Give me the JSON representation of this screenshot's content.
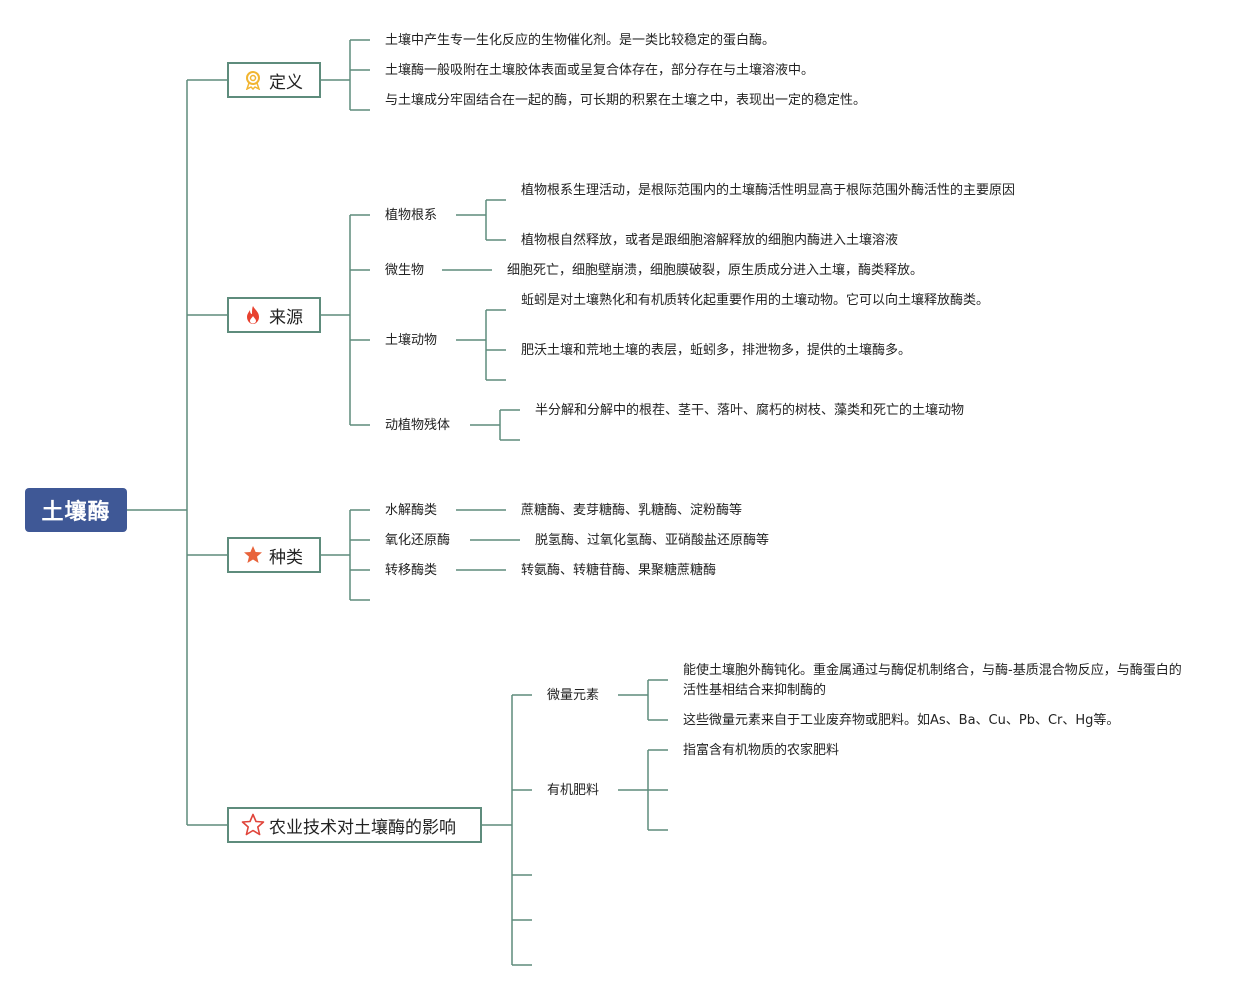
{
  "root": {
    "label": "土壤酶"
  },
  "branches": {
    "definition": {
      "label": "定义",
      "icon": "award-icon",
      "items": [
        "土壤中产生专一生化反应的生物催化剂。是一类比较稳定的蛋白酶。",
        "土壤酶一般吸附在土壤胶体表面或呈复合体存在，部分存在与土壤溶液中。",
        "与土壤成分牢固结合在一起的酶，可长期的积累在土壤之中，表现出一定的稳定性。"
      ]
    },
    "source": {
      "label": "来源",
      "icon": "fire-icon",
      "plant_root": {
        "label": "植物根系",
        "items": [
          "植物根系生理活动，是根际范围内的土壤酶活性明显高于根际范围外酶活性的主要原因",
          "植物根自然释放，或者是跟细胞溶解释放的细胞内酶进入土壤溶液"
        ]
      },
      "microbe": {
        "label": "微生物",
        "items": [
          "细胞死亡，细胞壁崩溃，细胞膜破裂，原生质成分进入土壤，酶类释放。"
        ]
      },
      "soil_animal": {
        "label": "土壤动物",
        "items": [
          "蚯蚓是对土壤熟化和有机质转化起重要作用的土壤动物。它可以向土壤释放酶类。",
          "肥沃土壤和荒地土壤的表层，蚯蚓多，排泄物多，提供的土壤酶多。"
        ]
      },
      "residue": {
        "label": "动植物残体",
        "items": [
          "半分解和分解中的根茬、茎干、落叶、腐朽的树枝、藻类和死亡的土壤动物"
        ]
      }
    },
    "types": {
      "label": "种类",
      "icon": "star-icon",
      "hydrolase": {
        "label": "水解酶类",
        "items": [
          "蔗糖酶、麦芽糖酶、乳糖酶、淀粉酶等"
        ]
      },
      "oxidoreductase": {
        "label": "氧化还原酶",
        "items": [
          "脱氢酶、过氧化氢酶、亚硝酸盐还原酶等"
        ]
      },
      "transferase": {
        "label": "转移酶类",
        "items": [
          "转氨酶、转糖苷酶、果聚糖蔗糖酶"
        ]
      }
    },
    "agri": {
      "label": "农业技术对土壤酶的影响",
      "icon": "star-outline-icon",
      "trace": {
        "label": "微量元素",
        "items": [
          "能使土壤胞外酶钝化。重金属通过与酶促机制络合，与酶-基质混合物反应，与酶蛋白的活性基相结合来抑制酶的",
          "这些微量元素来自于工业废弃物或肥料。如As、Ba、Cu、Pb、Cr、Hg等。"
        ]
      },
      "organic": {
        "label": "有机肥料",
        "items": [
          "指富含有机物质的农家肥料"
        ]
      }
    }
  },
  "colors": {
    "root_bg": "#3f5896",
    "line": "#5e8c7c",
    "line_light": "#8fb5a8",
    "award": "#f1b531",
    "fire": "#e8412f",
    "star": "#e8633b",
    "star_outline": "#e0443a"
  }
}
